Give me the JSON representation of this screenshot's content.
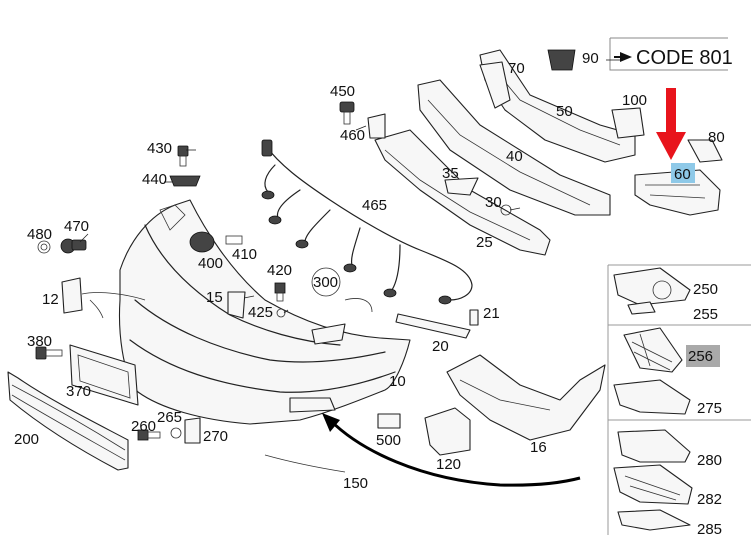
{
  "code_label": "CODE 801",
  "labels": {
    "p10": "10",
    "p12": "12",
    "p15": "15",
    "p16": "16",
    "p20": "20",
    "p21": "21",
    "p25": "25",
    "p30": "30",
    "p35": "35",
    "p40": "40",
    "p50": "50",
    "p60": "60",
    "p70": "70",
    "p80": "80",
    "p90": "90",
    "p100": "100",
    "p120": "120",
    "p150": "150",
    "p200": "200",
    "p250": "250",
    "p255": "255",
    "p256": "256",
    "p260": "260",
    "p265": "265",
    "p270": "270",
    "p275": "275",
    "p280": "280",
    "p282": "282",
    "p285": "285",
    "p300": "300",
    "p370": "370",
    "p380": "380",
    "p400": "400",
    "p410": "410",
    "p420": "420",
    "p425": "425",
    "p430": "430",
    "p440": "440",
    "p450": "450",
    "p460": "460",
    "p465": "465",
    "p470": "470",
    "p480": "480",
    "p500": "500"
  },
  "colors": {
    "arrow_red": "#e8141c",
    "highlight_blue": "#8ec9e8",
    "highlight_grey": "#a9a9a9"
  },
  "icons": {
    "pointer": "red-arrow-icon",
    "code_arrow": "right-arrow-icon"
  }
}
